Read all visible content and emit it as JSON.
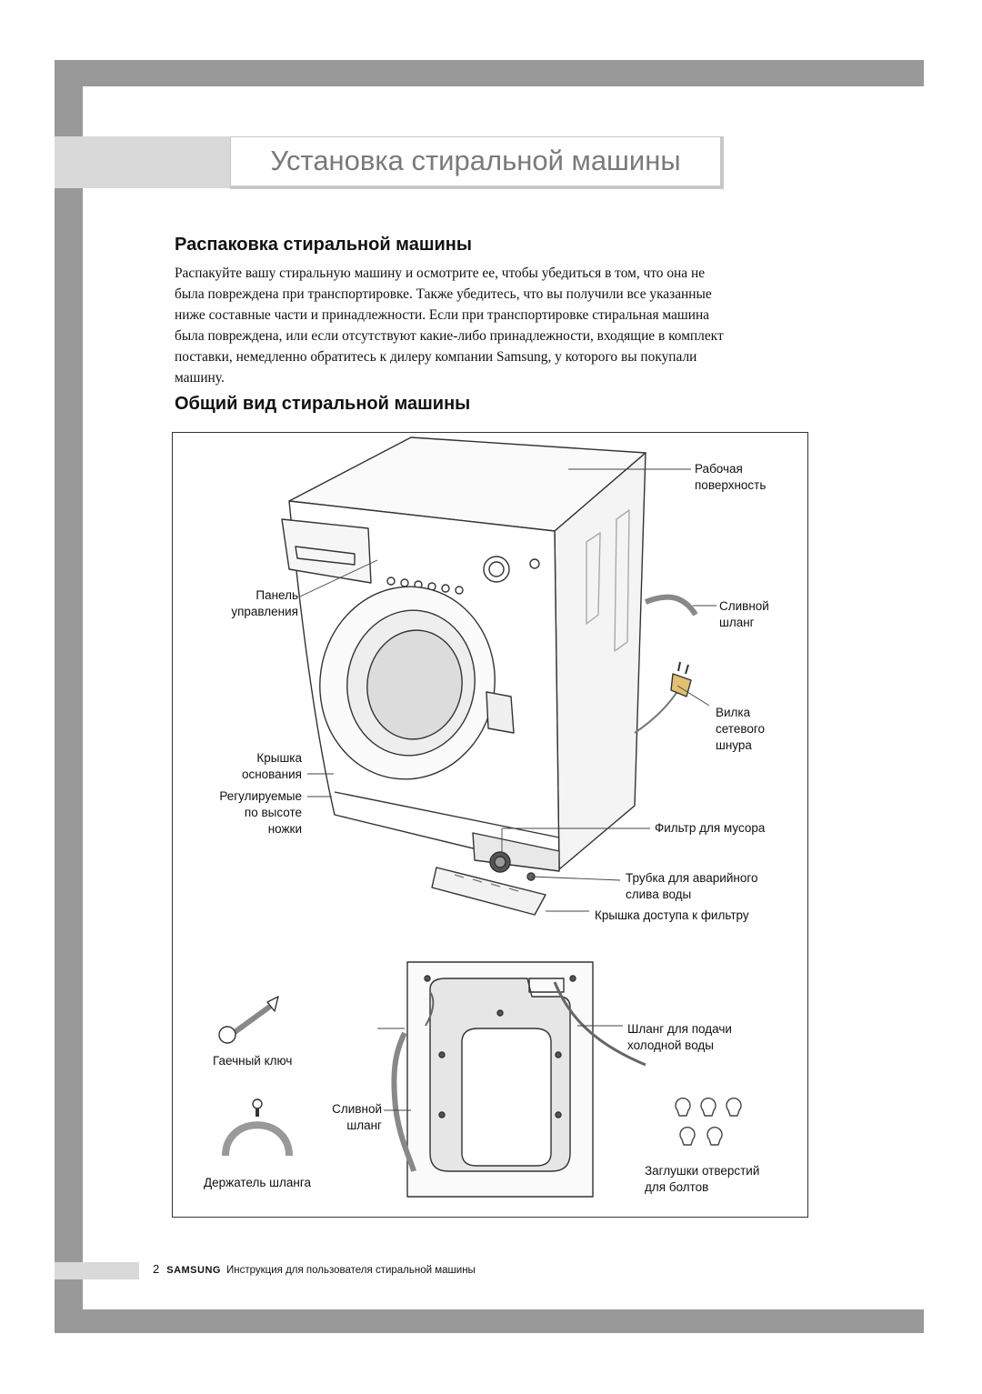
{
  "page_title": "Установка стиральной машины",
  "section1": {
    "heading": "Распаковка стиральной машины",
    "lines": [
      "Распакуйте вашу стиральную машину и осмотрите ее, чтобы убедиться в том, что она не",
      "была повреждена при транспортировке. Также убедитесь, что вы получили все указанные",
      "ниже составные части и принадлежности. Если при транспортировке стиральная машина",
      "была повреждена, или если отсутствуют какие-либо принадлежности, входящие в комплект",
      "поставки, немедленно обратитесь к дилеру компании Samsung, у которого вы покупали",
      "машину."
    ]
  },
  "section2": {
    "heading": "Общий вид стиральной машины"
  },
  "labels": {
    "work_surface": "Рабочая\nповерхность",
    "control_panel": "Панель\nуправления",
    "drain_hose": "Сливной\nшланг",
    "power_plug": "Вилка\nсетевого\nшнура",
    "base_cover": "Крышка\nоснования",
    "adjustable_feet": "Регулируемые\nпо высоте\nножки",
    "debris_filter": "Фильтр для мусора",
    "emergency_drain": "Трубка для аварийного\nслива воды",
    "filter_cover": "Крышка доступа к фильтру",
    "cold_water_hose": "Шланг для подачи\nхолодной воды",
    "wrench": "Гаечный ключ",
    "drain_hose_back": "Сливной\nшланг",
    "hose_holder": "Держатель шланга",
    "bolt_caps": "Заглушки отверстий\nдля болтов"
  },
  "footer": {
    "page_number": "2",
    "brand": "SAMSUNG",
    "text": "Инструкция для пользователя стиральной машины"
  }
}
